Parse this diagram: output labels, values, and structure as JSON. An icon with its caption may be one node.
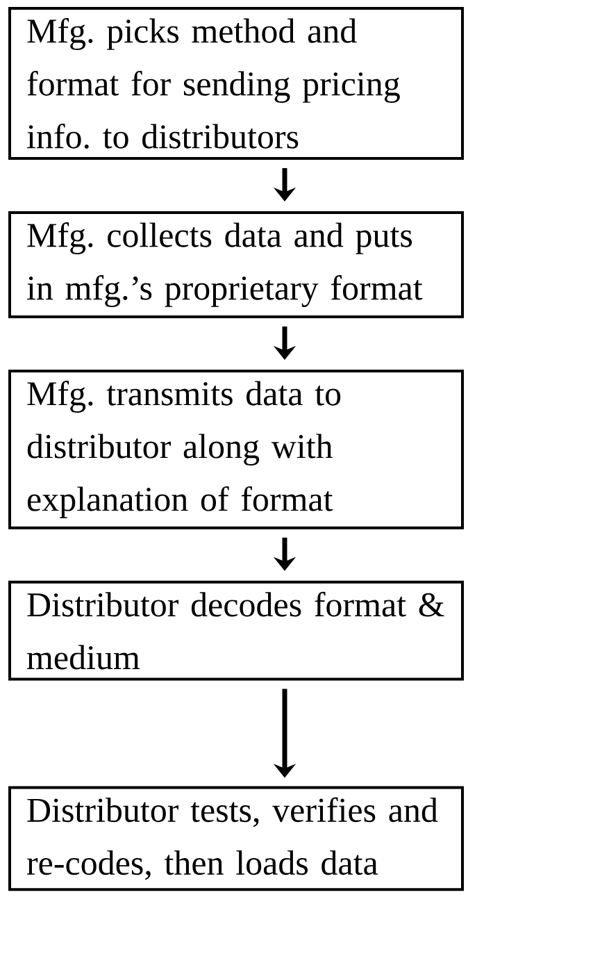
{
  "diagram": {
    "nodes": [
      {
        "text": [
          "Mfg. picks method and format for sending pricing info. to distributors"
        ]
      },
      {
        "text": [
          "Mfg. collects data and puts in mfg.’s proprietary format"
        ]
      },
      {
        "text": [
          "Mfg. transmits data to distributor along with explanation of format"
        ]
      },
      {
        "text": [
          "Distributor decodes format & medium"
        ]
      },
      {
        "text": [
          "Distributor tests, verifies and re-codes, then loads data"
        ]
      }
    ],
    "edges": [
      {
        "from": 0,
        "to": 1,
        "arrow": "to"
      },
      {
        "from": 1,
        "to": 2,
        "arrow": "to"
      },
      {
        "from": 2,
        "to": 3,
        "arrow": "to"
      },
      {
        "from": 3,
        "to": 4,
        "arrow": "to"
      }
    ]
  }
}
